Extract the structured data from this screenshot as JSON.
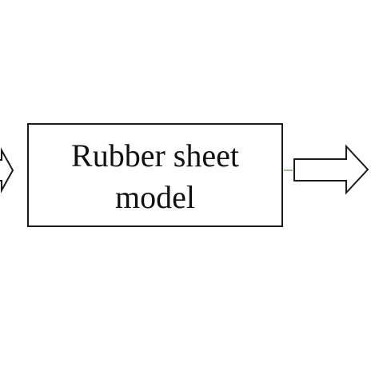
{
  "diagram": {
    "process_box": {
      "label": "Rubber sheet\nmodel"
    },
    "arrows": [
      {
        "role": "incoming",
        "style": "hollow block arrow",
        "direction": "right"
      },
      {
        "role": "outgoing",
        "style": "hollow block arrow",
        "direction": "right"
      }
    ],
    "colors": {
      "stroke": "#1a1a1a",
      "fill": "#ffffff",
      "text": "#111111"
    }
  }
}
